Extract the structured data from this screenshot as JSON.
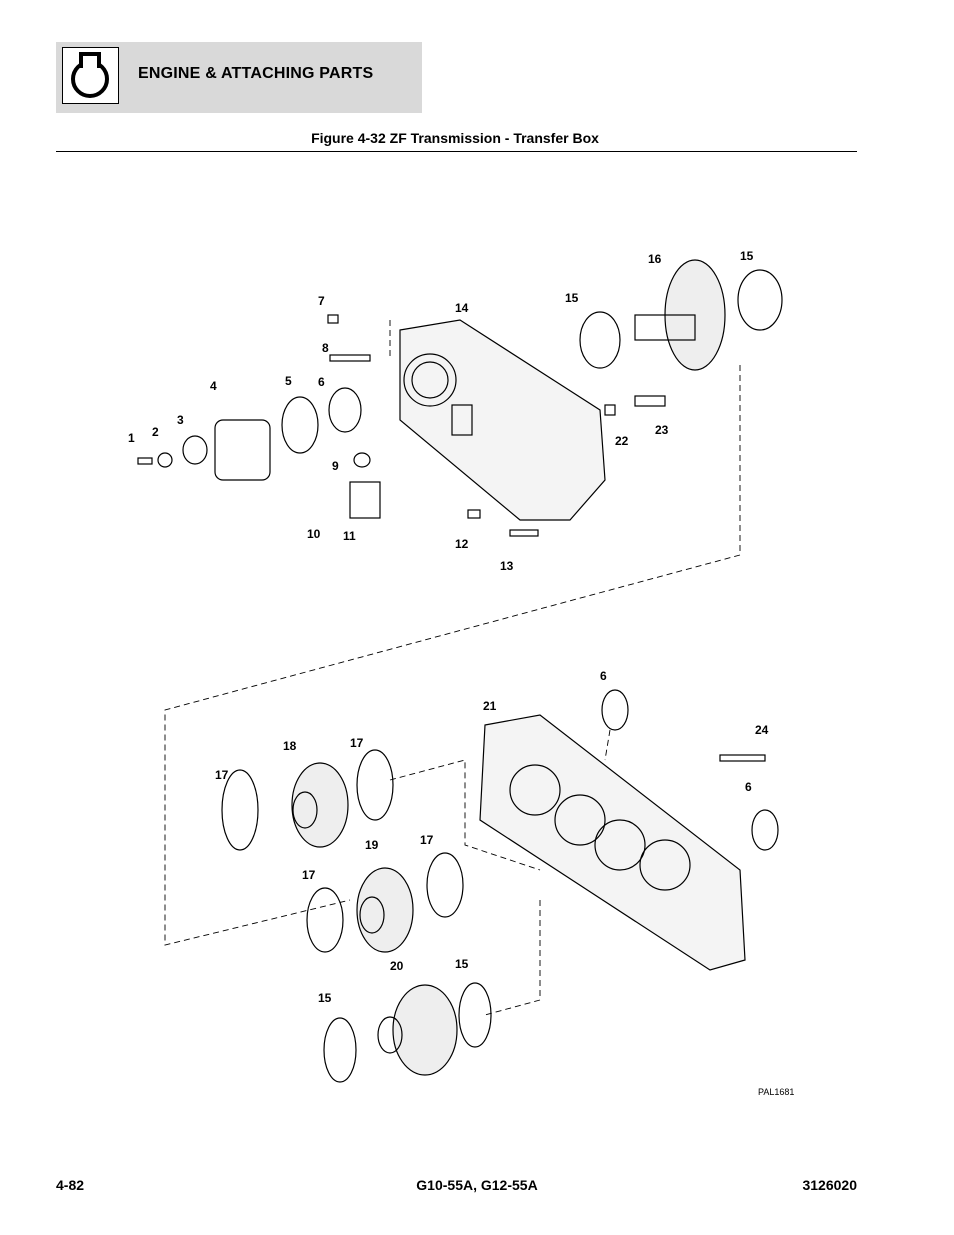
{
  "header": {
    "section_title": "ENGINE & ATTACHING PARTS",
    "icon": "engine-section-icon"
  },
  "figure": {
    "title": "Figure 4-32 ZF Transmission - Transfer Box",
    "drawing_code": "PAL1681",
    "callouts": [
      "1",
      "2",
      "3",
      "4",
      "5",
      "6",
      "7",
      "8",
      "9",
      "10",
      "11",
      "12",
      "13",
      "14",
      "15",
      "15",
      "16",
      "22",
      "23",
      "6",
      "21",
      "24",
      "6",
      "18",
      "17",
      "17",
      "17",
      "17",
      "19",
      "20",
      "15",
      "15"
    ]
  },
  "footer": {
    "page_number": "4-82",
    "models": "G10-55A, G12-55A",
    "doc_number": "3126020"
  }
}
